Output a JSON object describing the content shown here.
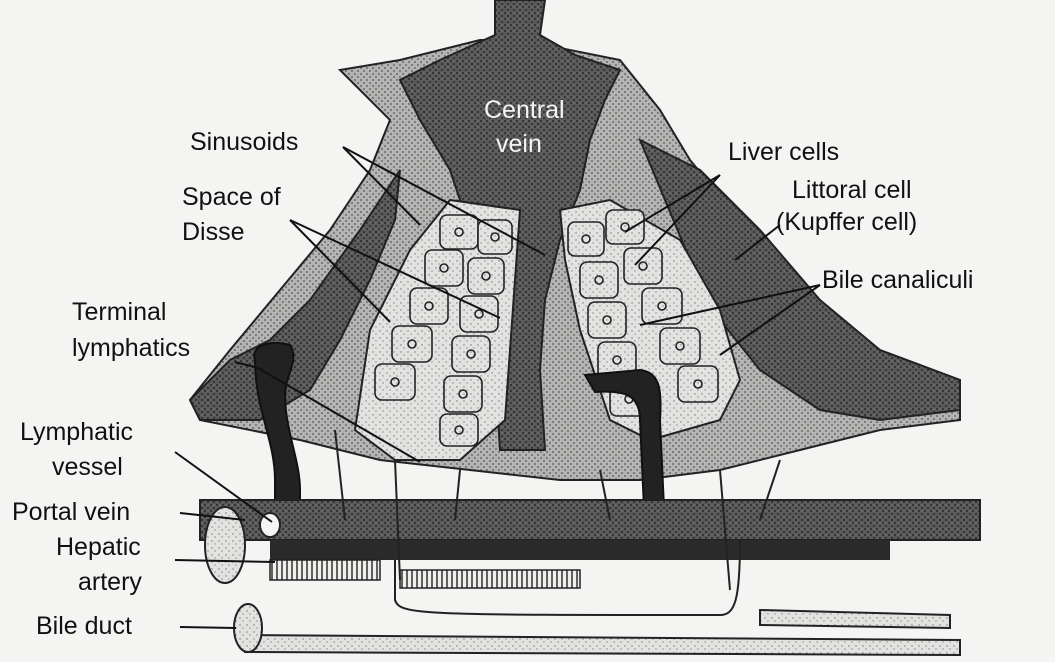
{
  "labels": {
    "central_vein": [
      "Central",
      "vein"
    ],
    "sinusoids": "Sinusoids",
    "space_of_disse": [
      "Space of",
      "Disse"
    ],
    "terminal_lymphatics": [
      "Terminal",
      "lymphatics"
    ],
    "lymphatic_vessel": [
      "Lymphatic",
      "vessel"
    ],
    "portal_vein": "Portal vein",
    "hepatic_artery": [
      "Hepatic",
      "artery"
    ],
    "bile_duct": "Bile duct",
    "liver_cells": "Liver cells",
    "littoral_cell": [
      "Littoral cell",
      "(Kupffer cell)"
    ],
    "bile_canaliculi": "Bile canaliculi"
  },
  "colors": {
    "background": "#f4f4f2",
    "stipple_dark": "#3a3a3a",
    "stipple_mid": "#9a9a9a",
    "stipple_light": "#d6d6d4",
    "ink": "#111111"
  }
}
